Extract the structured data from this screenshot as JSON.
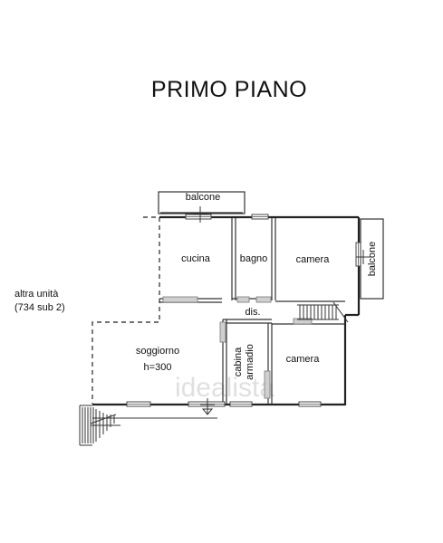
{
  "title": "PRIMO PIANO",
  "rooms": {
    "balcone_top": "balcone",
    "balcone_right": "balcone",
    "cucina": "cucina",
    "bagno": "bagno",
    "camera_top": "camera",
    "dis": "dis.",
    "soggiorno": "soggiorno",
    "soggiorno_height": "h=300",
    "cabina": "cabina",
    "armadio": "armadio",
    "camera_bottom": "camera"
  },
  "neighbor": {
    "line1": "altra unità",
    "line2": "(734 sub 2)"
  },
  "watermark": "idealista"
}
